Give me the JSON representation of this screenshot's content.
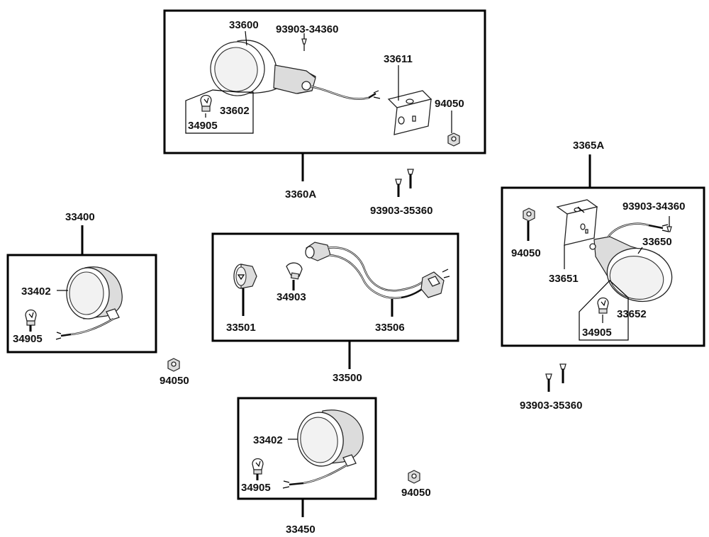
{
  "diagram": {
    "labels": {
      "p33600": "33600",
      "p93903_34360_top": "93903-34360",
      "p33611": "33611",
      "p94050_top": "94050",
      "p33602": "33602",
      "p34905_top": "34905",
      "p3360A": "3360A",
      "p93903_35360_mid": "93903-35360",
      "p3365A": "3365A",
      "p93903_34360_right": "93903-34360",
      "p94050_right": "94050",
      "p33650": "33650",
      "p33651": "33651",
      "p33652": "33652",
      "p34905_right": "34905",
      "p93903_35360_right": "93903-35360",
      "p33400": "33400",
      "p33402_left": "33402",
      "p34905_left": "34905",
      "p94050_left": "94050",
      "p34903": "34903",
      "p33501": "33501",
      "p33506": "33506",
      "p33500": "33500",
      "p33402_bottom": "33402",
      "p34905_bottom": "34905",
      "p94050_bottom": "94050",
      "p33450": "33450"
    }
  }
}
